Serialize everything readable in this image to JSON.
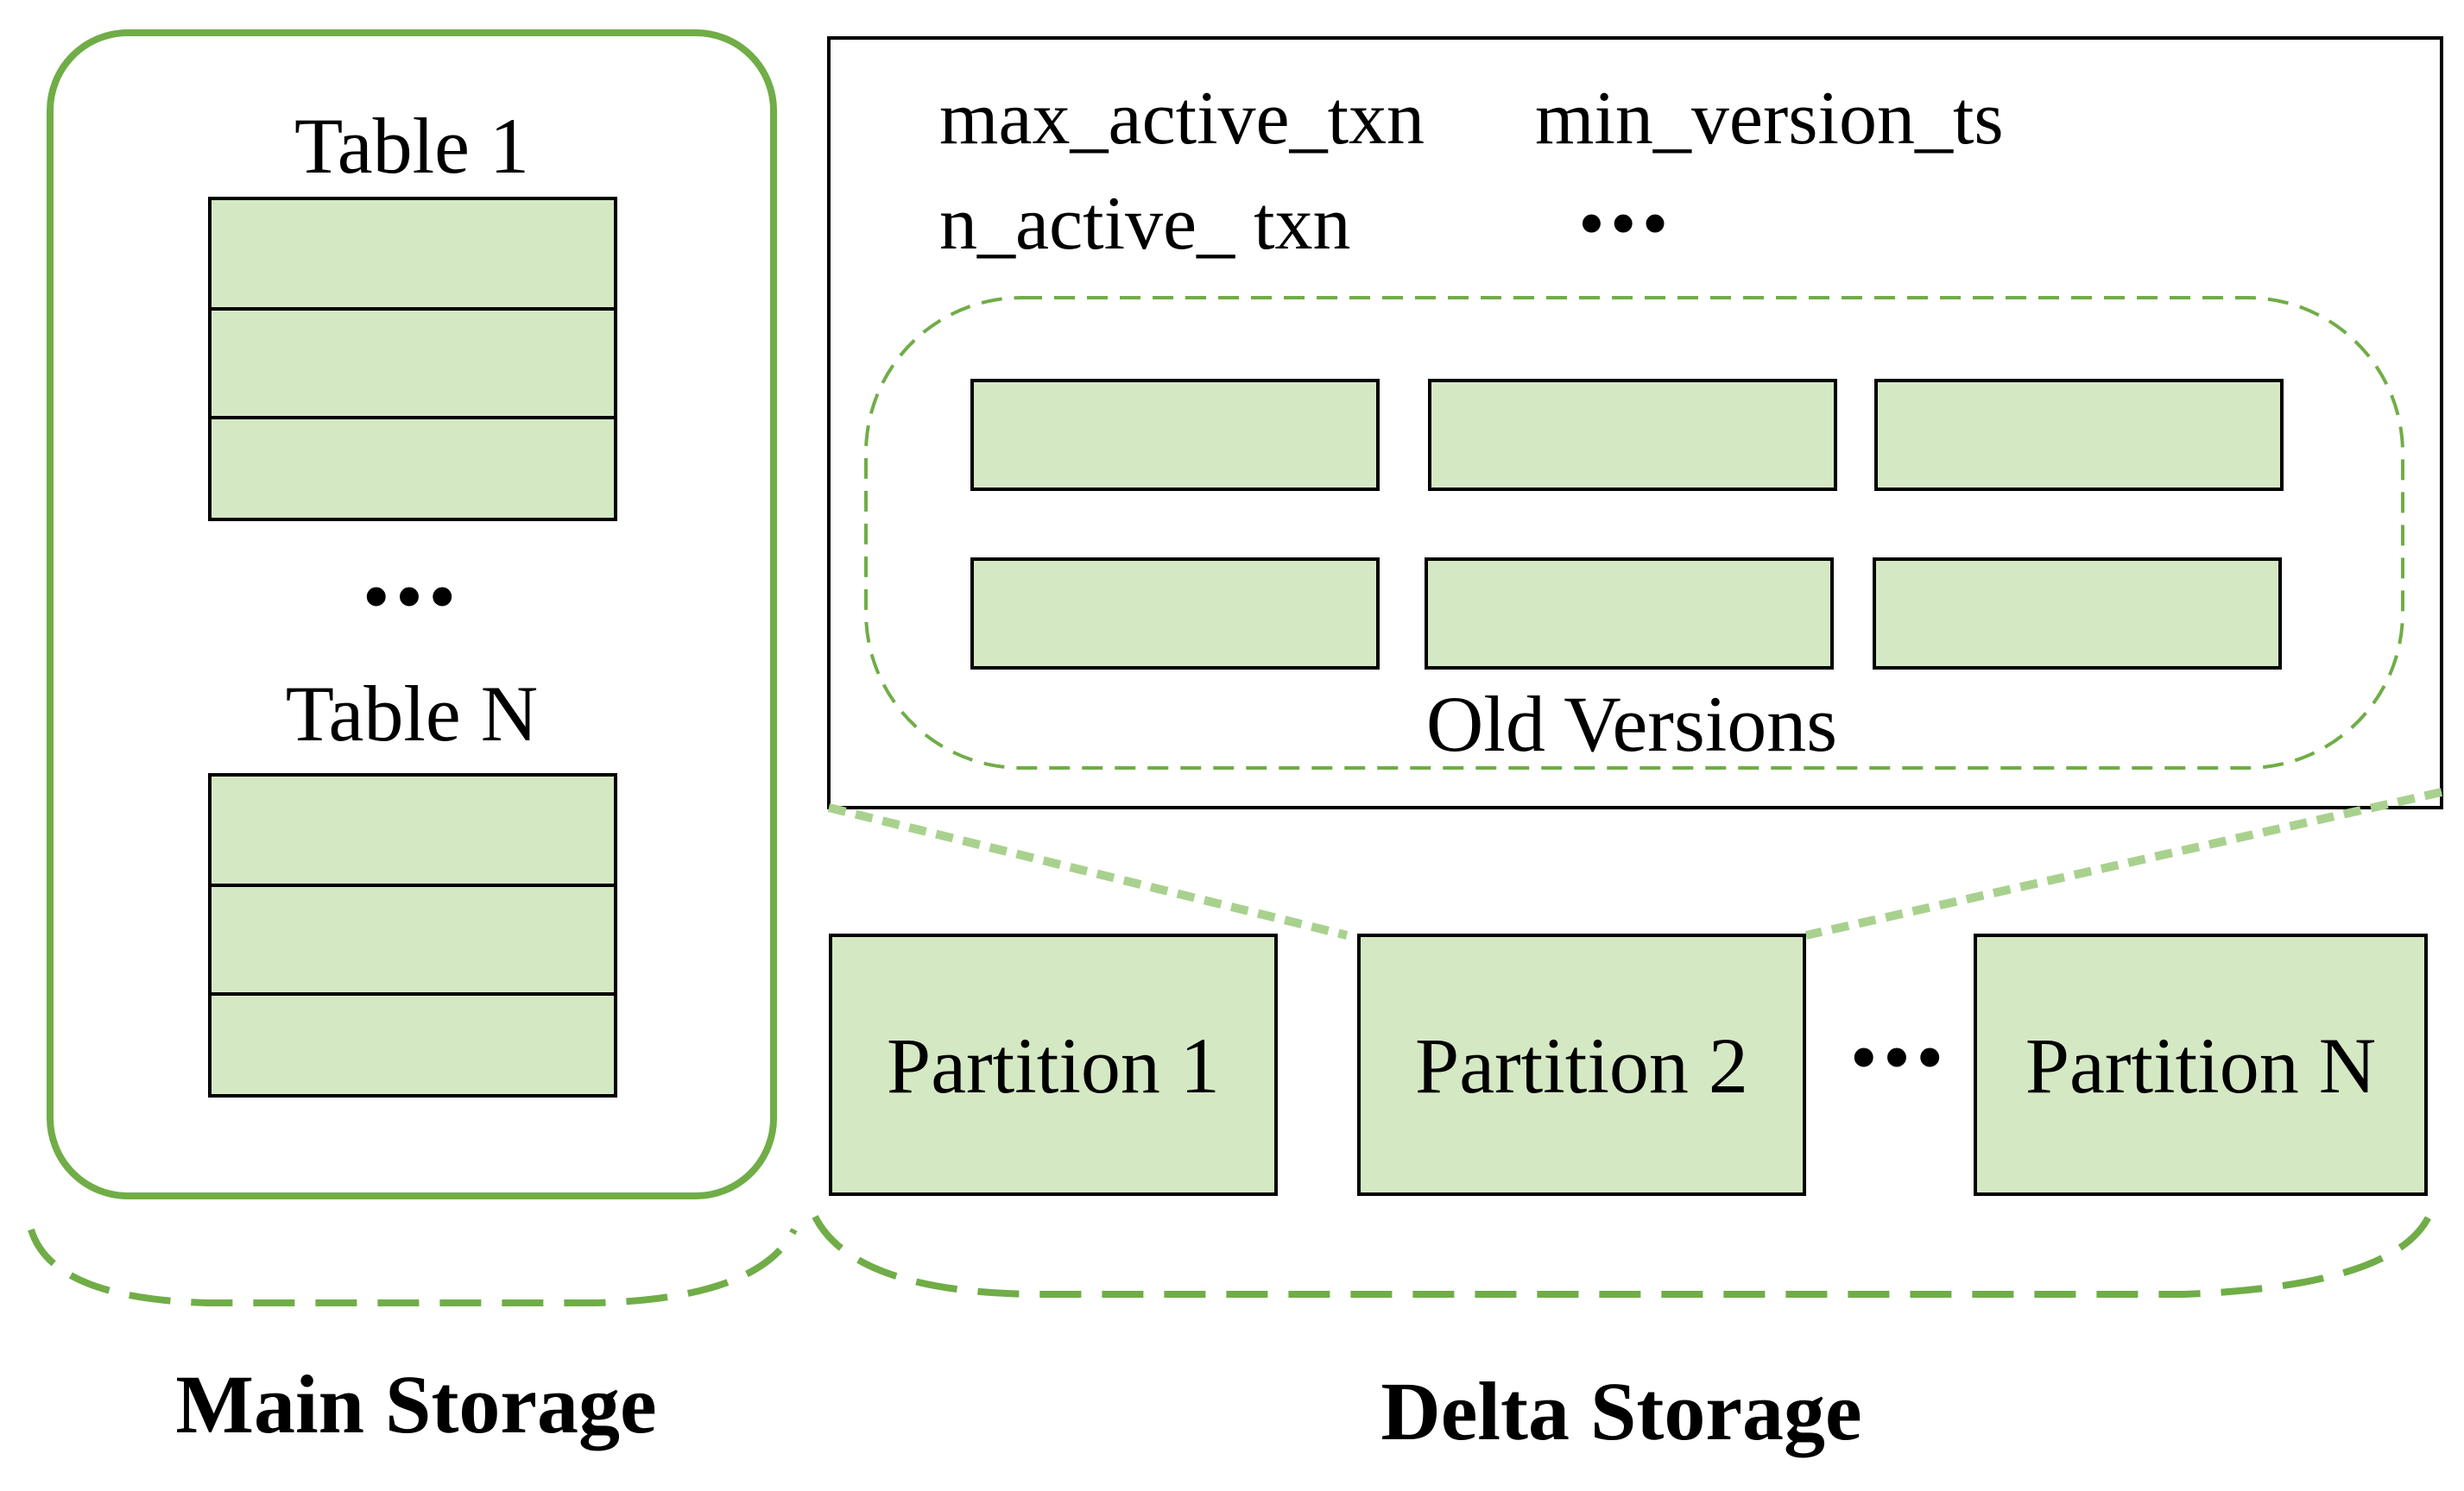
{
  "main_storage": {
    "label": "Main Storage",
    "tables": [
      {
        "title": "Table 1",
        "rows": 3
      },
      {
        "title": "Table N",
        "rows": 3
      }
    ],
    "ellipsis": "•••"
  },
  "delta_storage": {
    "label": "Delta Storage",
    "partitions": [
      "Partition 1",
      "Partition 2",
      "Partition N"
    ],
    "partition_ellipsis": "•••",
    "detail": {
      "fields": [
        "max_active_txn",
        "min_version_ts",
        "n_active_ txn"
      ],
      "fields_ellipsis": "•••",
      "old_versions": {
        "label": "Old Versions",
        "blocks": 6
      }
    }
  },
  "colors": {
    "fill": "#d5e8c4",
    "green": "#70ad47",
    "stroke": "#000000"
  }
}
